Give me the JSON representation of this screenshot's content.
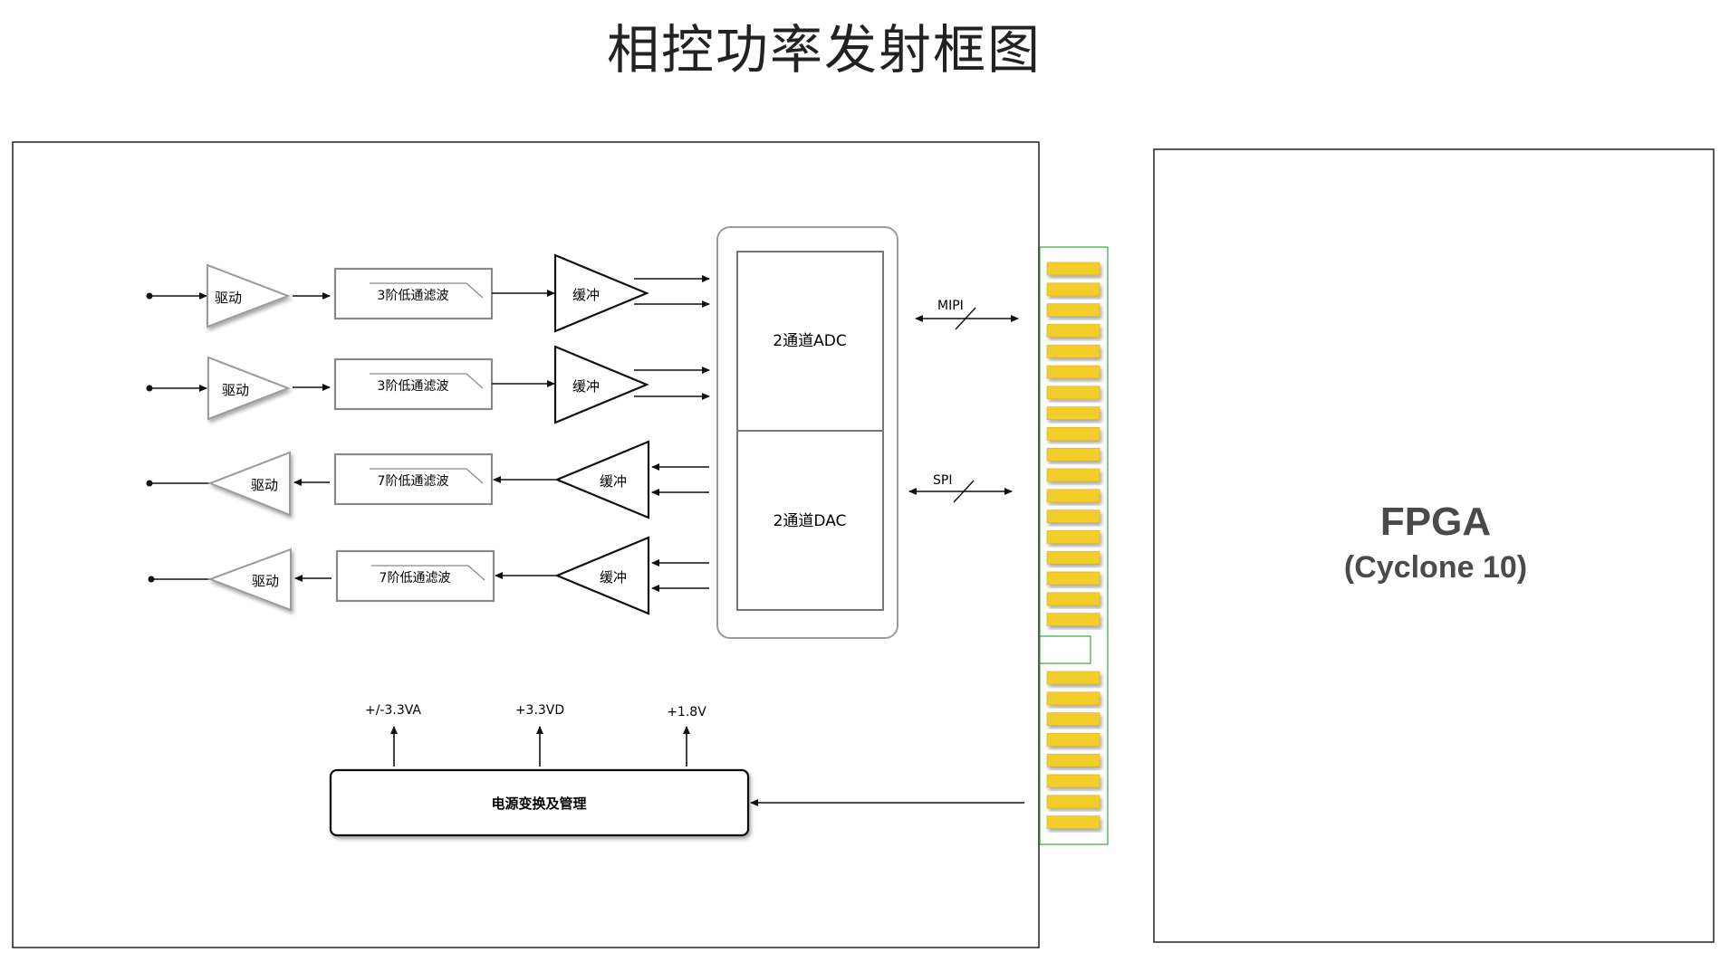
{
  "title": "相控功率发射框图",
  "channels": [
    {
      "driver": "驱动",
      "filter": "3阶低通滤波",
      "buffer": "缓冲"
    },
    {
      "driver": "驱动",
      "filter": "3阶低通滤波",
      "buffer": "缓冲"
    },
    {
      "driver": "驱动",
      "filter": "7阶低通滤波",
      "buffer": "缓冲"
    },
    {
      "driver": "驱动",
      "filter": "7阶低通滤波",
      "buffer": "缓冲"
    }
  ],
  "adc_label": "2通道ADC",
  "dac_label": "2通道DAC",
  "bus_labels": {
    "mipi": "MIPI",
    "spi": "SPI"
  },
  "power": {
    "block_label": "电源变换及管理",
    "rails": [
      "+/-3.3VA",
      "+3.3VD",
      "+1.8V"
    ]
  },
  "fpga": {
    "name": "FPGA",
    "model": "(Cyclone 10)"
  },
  "colors": {
    "connector_pin": "#f3cd2a",
    "connector_border": "#3aa63a",
    "gray_outline": "#8a8a8a"
  }
}
